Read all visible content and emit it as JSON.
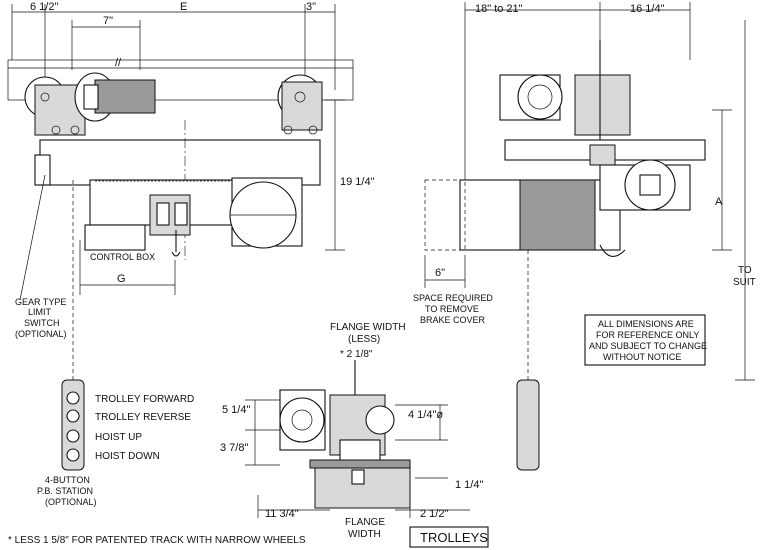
{
  "dimensions": {
    "dim_6_5": "6 1/2\"",
    "dim_E": "E",
    "dim_3": "3\"",
    "dim_7": "7\"",
    "dim_19_25": "19 1/4\"",
    "dim_G": "G",
    "dim_18_21": "18\" to 21\"",
    "dim_16_25": "16 1/4\"",
    "dim_A": "A",
    "dim_6": "6\"",
    "dim_5_25": "5 1/4\"",
    "dim_3_875": "3 7/8\"",
    "dim_4_25_dia": "4 1/4\"ø",
    "dim_1_25": "1 1/4\"",
    "dim_11_75": "11 3/4\"",
    "dim_2_5": "2 1/2\"",
    "dim_2_125": "* 2 1/8\"",
    "break_mark": "//"
  },
  "labels": {
    "control_box": "CONTROL BOX",
    "gear_limit": [
      "GEAR TYPE",
      "LIMIT",
      "SWITCH",
      "(OPTIONAL)"
    ],
    "space_required": [
      "SPACE REQUIRED",
      "TO REMOVE",
      "BRAKE COVER"
    ],
    "to_suit": [
      "TO",
      "SUIT"
    ],
    "flange_width_top": [
      "FLANGE WIDTH",
      "(LESS)"
    ],
    "flange_width_bottom": [
      "FLANGE",
      "WIDTH"
    ],
    "station": [
      "4-BUTTON",
      "P.B. STATION",
      "(OPTIONAL)"
    ],
    "buttons": [
      "TROLLEY FORWARD",
      "TROLLEY REVERSE",
      "HOIST UP",
      "HOIST DOWN"
    ],
    "reference_note": [
      "ALL DIMENSIONS ARE",
      "FOR REFERENCE ONLY",
      "AND SUBJECT TO CHANGE",
      "WITHOUT NOTICE"
    ],
    "footnote": "* LESS 1 5/8\" FOR PATENTED TRACK WITH NARROW WHEELS",
    "title": "TROLLEYS"
  }
}
